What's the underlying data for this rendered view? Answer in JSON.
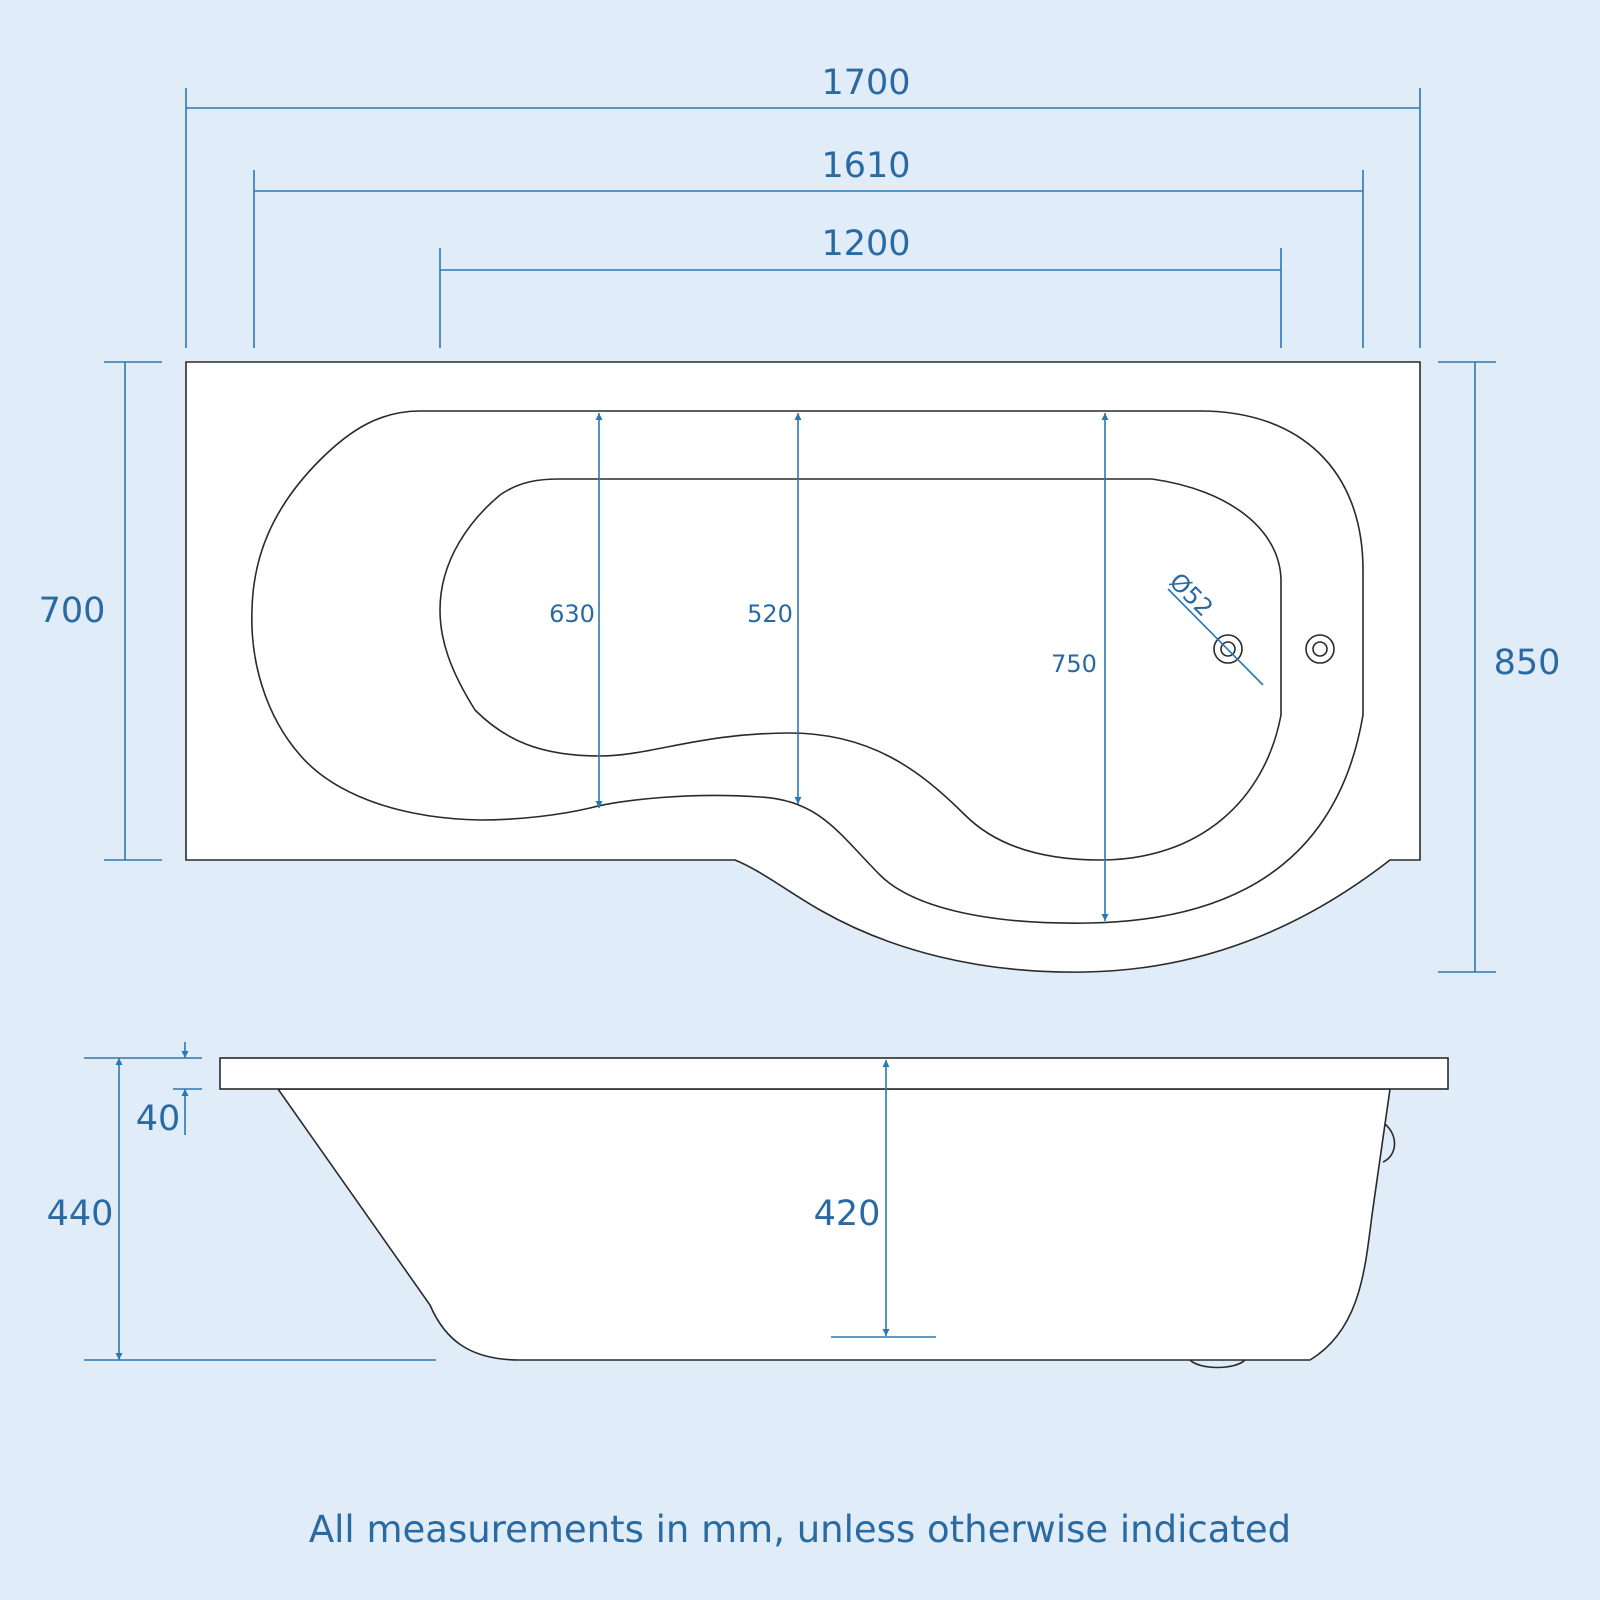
{
  "diagram": {
    "title": "P-shaped bath technical drawing",
    "units": "mm",
    "colors": {
      "background": "#e0ecf8",
      "dimension": "#2a78b4",
      "text": "#2a6aa3",
      "outline": "#2a2a2a",
      "fill": "#ffffff"
    },
    "plan_view": {
      "width_overall": "1700",
      "width_panel": "1610",
      "width_inner": "1200",
      "depth_left": "700",
      "depth_right": "850",
      "inner_depth_1": "630",
      "inner_depth_2": "520",
      "inner_depth_3": "750",
      "waste_diameter": "Ø52"
    },
    "side_view": {
      "rim_height": "40",
      "total_height": "440",
      "internal_depth": "420"
    },
    "footer": "All measurements in mm, unless otherwise indicated"
  }
}
